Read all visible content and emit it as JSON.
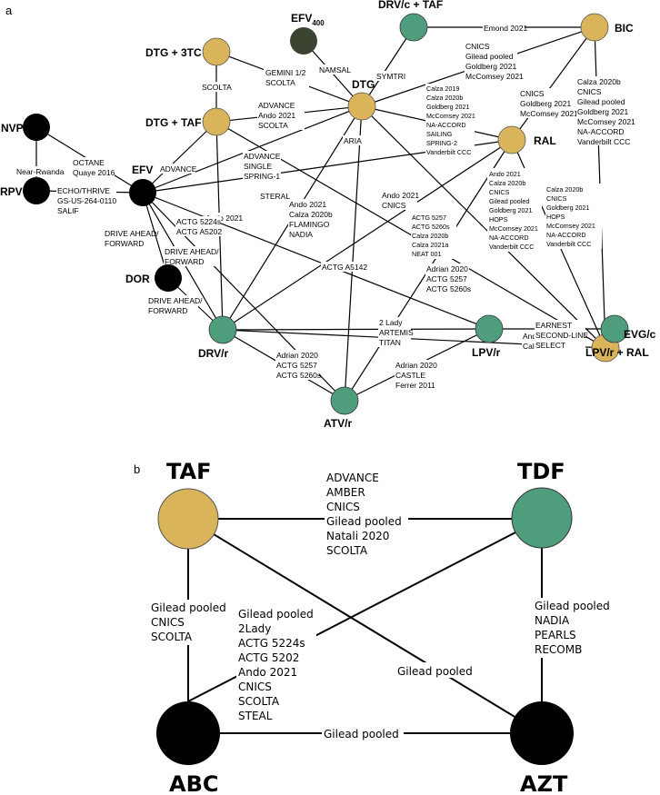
{
  "colors": {
    "gold": "#D9B45A",
    "green": "#4E9E7E",
    "black": "#000000",
    "dark_olive": "#3B4430",
    "edge": "#000000"
  },
  "panel_a": {
    "label": "a",
    "nodes": {
      "nvp": "NVP",
      "rpv": "RPV",
      "efv": "EFV",
      "dor": "DOR",
      "dtg_3tc": "DTG + 3TC",
      "dtg_taf": "DTG + TAF",
      "efv400_base": "EFV",
      "efv400_sub": "400",
      "drvc_taf": "DRV/c + TAF",
      "dtg": "DTG",
      "bic": "BIC",
      "ral": "RAL",
      "evgc": "EVG/c",
      "drvr": "DRV/r",
      "atvr": "ATV/r",
      "lpvr": "LPV/r",
      "lpvr_ral": "LPV/r + RAL"
    },
    "edge_labels": {
      "nvp_rpv": [
        "Near-Rwanda"
      ],
      "nvp_efv": [
        "OCTANE",
        "Quaye 2016"
      ],
      "rpv_efv": [
        "ECHO/THRIVE",
        "GS-US-264-0110",
        "SALIF"
      ],
      "dtg3tc_taf": [
        "SCOLTA"
      ],
      "dtg3tc_dtg": [
        "GEMINI 1/2",
        "SCOLTA"
      ],
      "efv400_dtg": [
        "NAMSAL"
      ],
      "drvc_dtg": [
        "SYMTRI"
      ],
      "drvc_bic": [
        "Emond 2021"
      ],
      "dtg_bic": [
        "CNICS",
        "Gilead pooled",
        "Goldberg 2021",
        "McComsey 2021"
      ],
      "dtgtaf_dtg": [
        "ADVANCE",
        "Ando 2021",
        "SCOLTA"
      ],
      "dtg_ral": [
        "Calza 2019",
        "Calza 2020b",
        "Goldberg 2021",
        "McComsey 2021",
        "NA-ACCORD",
        "SAILING",
        "SPRING-2",
        "Vanderbilt CCC"
      ],
      "bic_ral": [
        "CNICS",
        "Goldberg 2021",
        "McComsey 2021"
      ],
      "bic_evgc": [
        "Calza 2020b",
        "CNICS",
        "Gilead pooled",
        "Goldberg 2021",
        "McComsey 2021",
        "NA-ACCORD",
        "Vanderbilt CCC"
      ],
      "efv_dtgtaf": [
        "ADVANCE"
      ],
      "efv_dtg": [
        "ADVANCE",
        "SINGLE",
        "SPRING-1"
      ],
      "efv_ral": [
        "STERAL"
      ],
      "dtg_atvr": [
        "ARIA"
      ],
      "dtgtaf_evgc": [
        "Ando 2021",
        "CNICS"
      ],
      "dtg_evgc": [
        "Ando 2021",
        "Calza 2020b",
        "CNICS",
        "Gilead pooled",
        "Goldberg 2021",
        "HOPS",
        "McComsey 2021",
        "NA-ACCORD",
        "Vanderbilt CCC"
      ],
      "ral_evgc": [
        "Calza 2020b",
        "CNICS",
        "Goldberg 2021",
        "HOPS",
        "McComsey 2021",
        "NA-ACCORD",
        "Vanderbilt CCC"
      ],
      "dtg_drvr": [
        "Ando 2021",
        "Calza 2020b",
        "FLAMINGO",
        "NADIA"
      ],
      "ral_drvr": [
        "ACTG 5257",
        "ACTG 5260s",
        "Calza 2020b",
        "Calza 2021a",
        "NEAT 001"
      ],
      "ral_atvr": [
        "Adrian 2020",
        "ACTG 5257",
        "ACTG 5260s"
      ],
      "dtgtaf_drvr": [
        "Ando 2021"
      ],
      "efv_atvr": [
        "ACTG 5224s",
        "ACTG A5202"
      ],
      "efv_lpvr": [
        "ACTG A5142"
      ],
      "efv_drvr": [
        "DRIVE AHEAD/",
        "FORWARD"
      ],
      "efv_dor": [
        "DRIVE AHEAD/",
        "FORWARD"
      ],
      "dor_drvr": [
        "DRIVE AHEAD/",
        "FORWARD"
      ],
      "drvr_evgc": [
        "Ando 2021",
        "Calza 2020b"
      ],
      "drvr_lpvr": [
        "2 Lady",
        "ARTEMIS",
        "TITAN"
      ],
      "drvr_atvr": [
        "Adrian 2020",
        "ACTG 5257",
        "ACTG 5260s"
      ],
      "atvr_lpvr": [
        "Adrian 2020",
        "CASTLE",
        "Ferrer 2011"
      ],
      "lpvr_lpvrral": [
        "EARNEST",
        "SECOND-LINE",
        "SELECT"
      ]
    }
  },
  "panel_b": {
    "label": "b",
    "nodes": {
      "taf": "TAF",
      "tdf": "TDF",
      "abc": "ABC",
      "azt": "AZT"
    },
    "edge_labels": {
      "taf_tdf": [
        "ADVANCE",
        "AMBER",
        "CNICS",
        "Gilead pooled",
        "Natali 2020",
        "SCOLTA"
      ],
      "taf_abc": [
        "Gilead pooled",
        "CNICS",
        "SCOLTA"
      ],
      "tdf_azt": [
        "Gilead pooled",
        "NADIA",
        "PEARLS",
        "RECOMB"
      ],
      "abc_tdf": [
        "Gilead pooled",
        "2Lady",
        "ACTG 5224s",
        "ACTG 5202",
        "Ando 2021",
        "CNICS",
        "SCOLTA",
        "STEAL"
      ],
      "taf_azt": [
        "Gilead pooled"
      ],
      "abc_azt": [
        "Gilead pooled"
      ]
    }
  }
}
